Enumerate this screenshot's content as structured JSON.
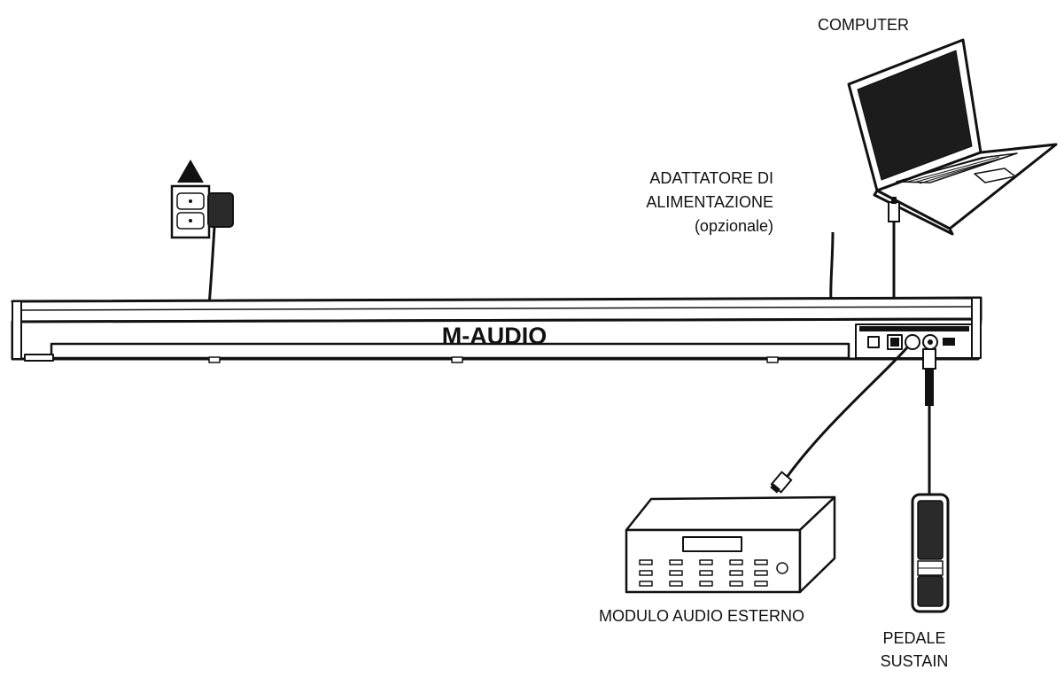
{
  "brand": "M-AUDIO",
  "labels": {
    "computer": "COMPUTER",
    "adapter_line1": "ADATTATORE DI",
    "adapter_line2": "ALIMENTAZIONE",
    "adapter_line3": "(opzionale)",
    "audio_module": "MODULO AUDIO ESTERNO",
    "pedal_line1": "PEDALE",
    "pedal_line2": "SUSTAIN"
  },
  "warning_symbol": "!",
  "colors": {
    "ink": "#111111",
    "fill_light": "#ffffff",
    "fill_dark": "#2a2a2a",
    "screen": "#1c1c1c"
  },
  "icons": [
    "keyboard-controller",
    "laptop-computer",
    "wall-outlet",
    "power-adapter",
    "usb-cable",
    "midi-cable",
    "audio-module",
    "sustain-pedal",
    "warning-triangle-icon"
  ]
}
